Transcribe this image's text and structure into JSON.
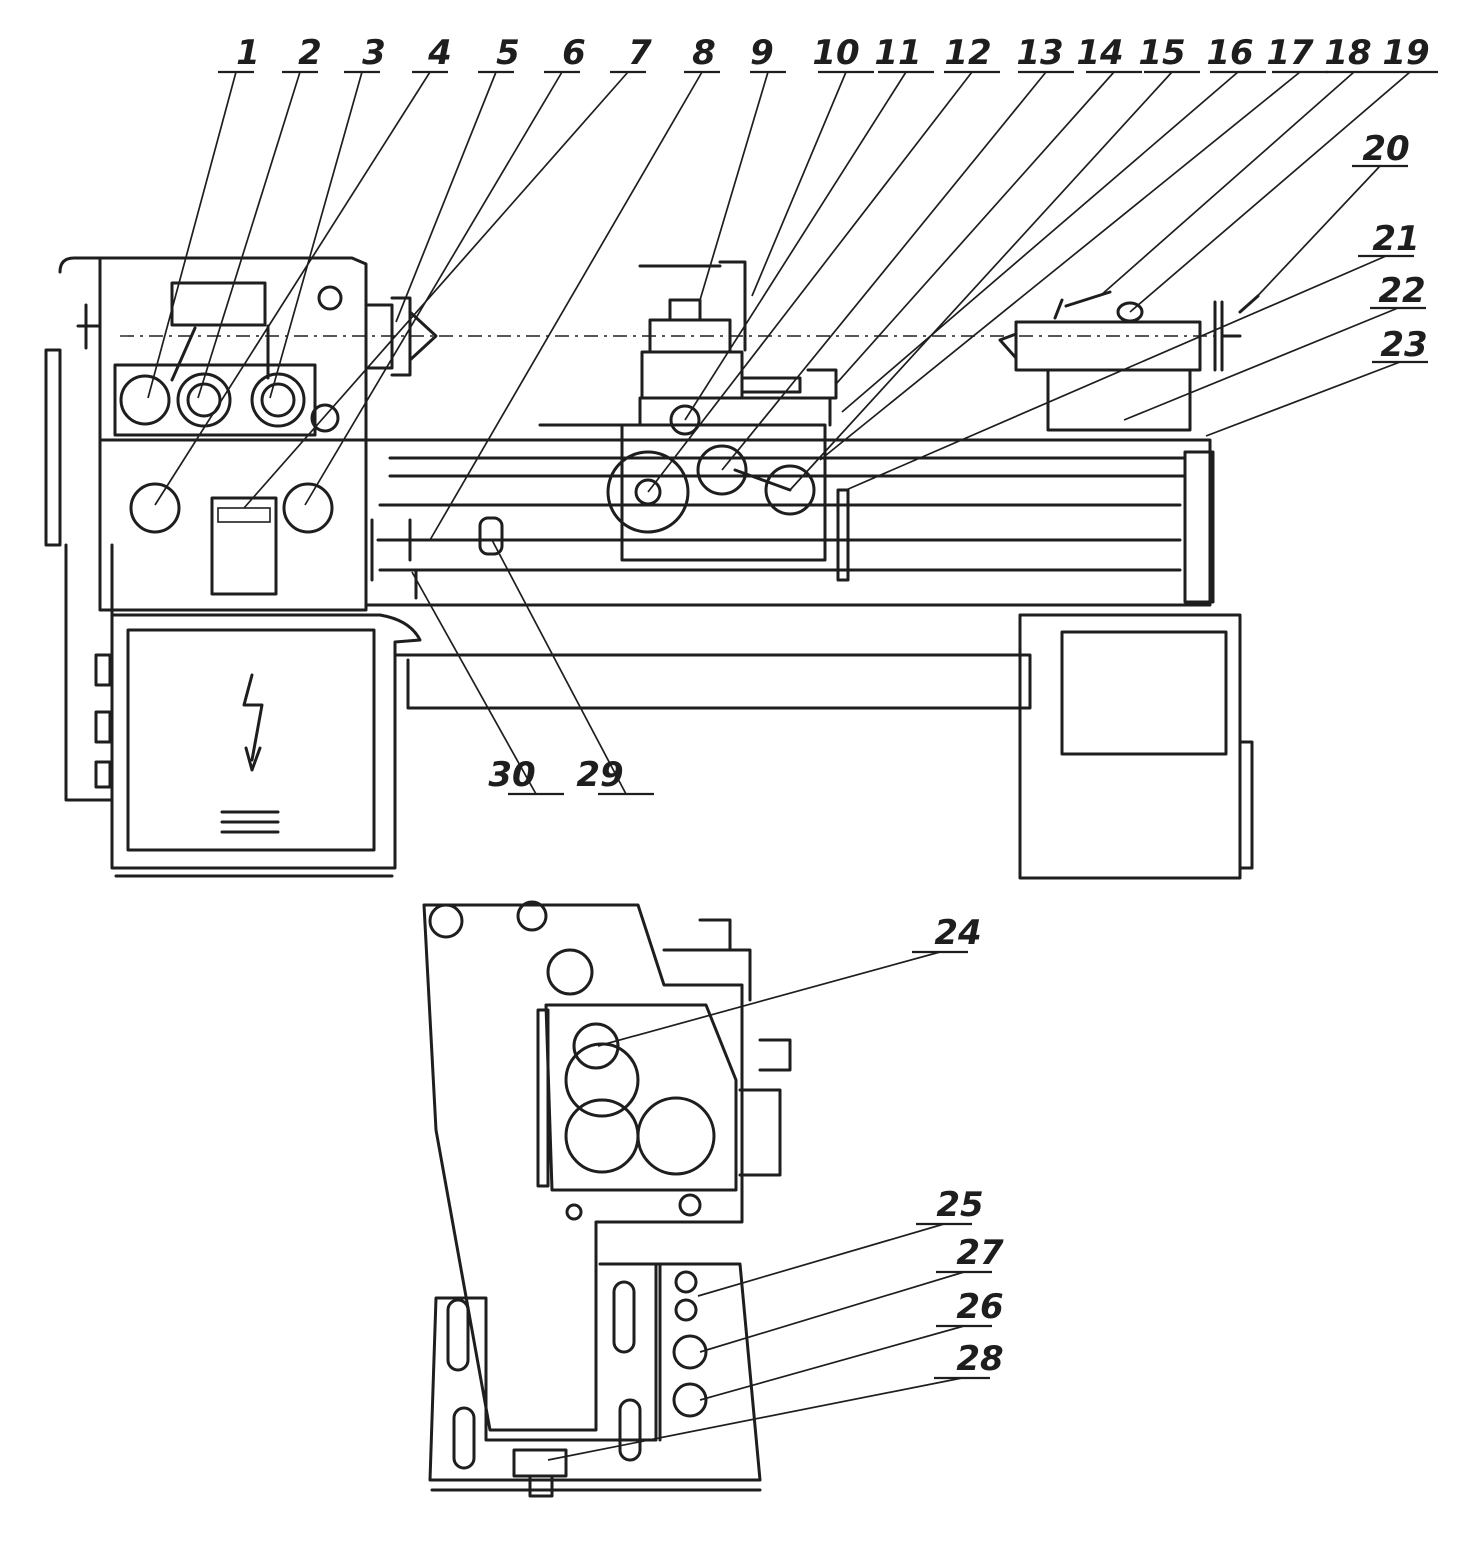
{
  "figure": {
    "views": [
      "front-view",
      "end-view"
    ],
    "callouts": [
      {
        "id": "c1",
        "label": "1"
      },
      {
        "id": "c2",
        "label": "2"
      },
      {
        "id": "c3",
        "label": "3"
      },
      {
        "id": "c4",
        "label": "4"
      },
      {
        "id": "c5",
        "label": "5"
      },
      {
        "id": "c6",
        "label": "6"
      },
      {
        "id": "c7",
        "label": "7"
      },
      {
        "id": "c8",
        "label": "8"
      },
      {
        "id": "c9",
        "label": "9"
      },
      {
        "id": "c10",
        "label": "10"
      },
      {
        "id": "c11",
        "label": "11"
      },
      {
        "id": "c12",
        "label": "12"
      },
      {
        "id": "c13",
        "label": "13"
      },
      {
        "id": "c14",
        "label": "14"
      },
      {
        "id": "c15",
        "label": "15"
      },
      {
        "id": "c16",
        "label": "16"
      },
      {
        "id": "c17",
        "label": "17"
      },
      {
        "id": "c18",
        "label": "18"
      },
      {
        "id": "c19",
        "label": "19"
      },
      {
        "id": "c20",
        "label": "20"
      },
      {
        "id": "c21",
        "label": "21"
      },
      {
        "id": "c22",
        "label": "22"
      },
      {
        "id": "c23",
        "label": "23"
      },
      {
        "id": "c24",
        "label": "24"
      },
      {
        "id": "c25",
        "label": "25"
      },
      {
        "id": "c26",
        "label": "26"
      },
      {
        "id": "c27",
        "label": "27"
      },
      {
        "id": "c28",
        "label": "28"
      },
      {
        "id": "c29",
        "label": "29"
      },
      {
        "id": "c30",
        "label": "30"
      }
    ]
  }
}
